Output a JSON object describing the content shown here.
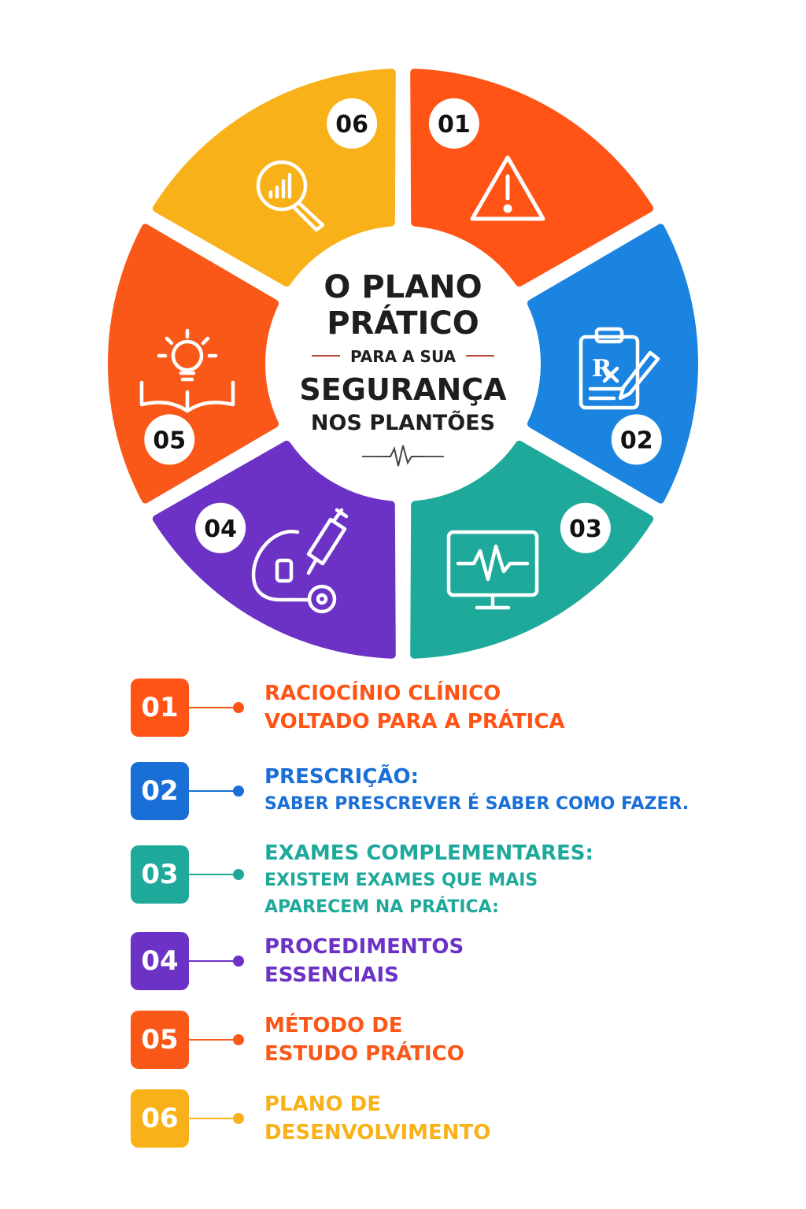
{
  "center": {
    "line1": "O PLANO",
    "line2": "PRÁTICO",
    "line3": "PARA A SUA",
    "line4": "SEGURANÇA",
    "line5": "NOS PLANTÕES"
  },
  "segments": [
    {
      "number": "01",
      "color": "#FF5416",
      "icon": "warning-icon"
    },
    {
      "number": "02",
      "color": "#1A84E0",
      "icon": "prescription-icon"
    },
    {
      "number": "03",
      "color": "#1FA99B",
      "icon": "monitor-heartbeat-icon"
    },
    {
      "number": "04",
      "color": "#6C32C6",
      "icon": "stethoscope-syringe-icon"
    },
    {
      "number": "05",
      "color": "#FA5819",
      "icon": "lightbulb-book-icon"
    },
    {
      "number": "06",
      "color": "#F8B118",
      "icon": "magnifier-chart-icon"
    }
  ],
  "legend": [
    {
      "number": "01",
      "color": "#FF5416",
      "line1": "RACIOCÍNIO CLÍNICO",
      "line2": "VOLTADO PARA A PRÁTICA"
    },
    {
      "number": "02",
      "color": "#1A6FD6",
      "line1": "PRESCRIÇÃO:",
      "line2": "SABER PRESCREVER É SABER COMO FAZER."
    },
    {
      "number": "03",
      "color": "#1FA99B",
      "line1": "EXAMES COMPLEMENTARES:",
      "line2": "EXISTEM EXAMES QUE MAIS",
      "line3": "APARECEM NA PRÁTICA:"
    },
    {
      "number": "04",
      "color": "#6C32C6",
      "line1": "PROCEDIMENTOS",
      "line2": "ESSENCIAIS"
    },
    {
      "number": "05",
      "color": "#FA5819",
      "line1": "MÉTODO DE",
      "line2": "ESTUDO PRÁTICO"
    },
    {
      "number": "06",
      "color": "#F8B118",
      "line1": "PLANO DE",
      "line2": "DESENVOLVIMENTO"
    }
  ]
}
